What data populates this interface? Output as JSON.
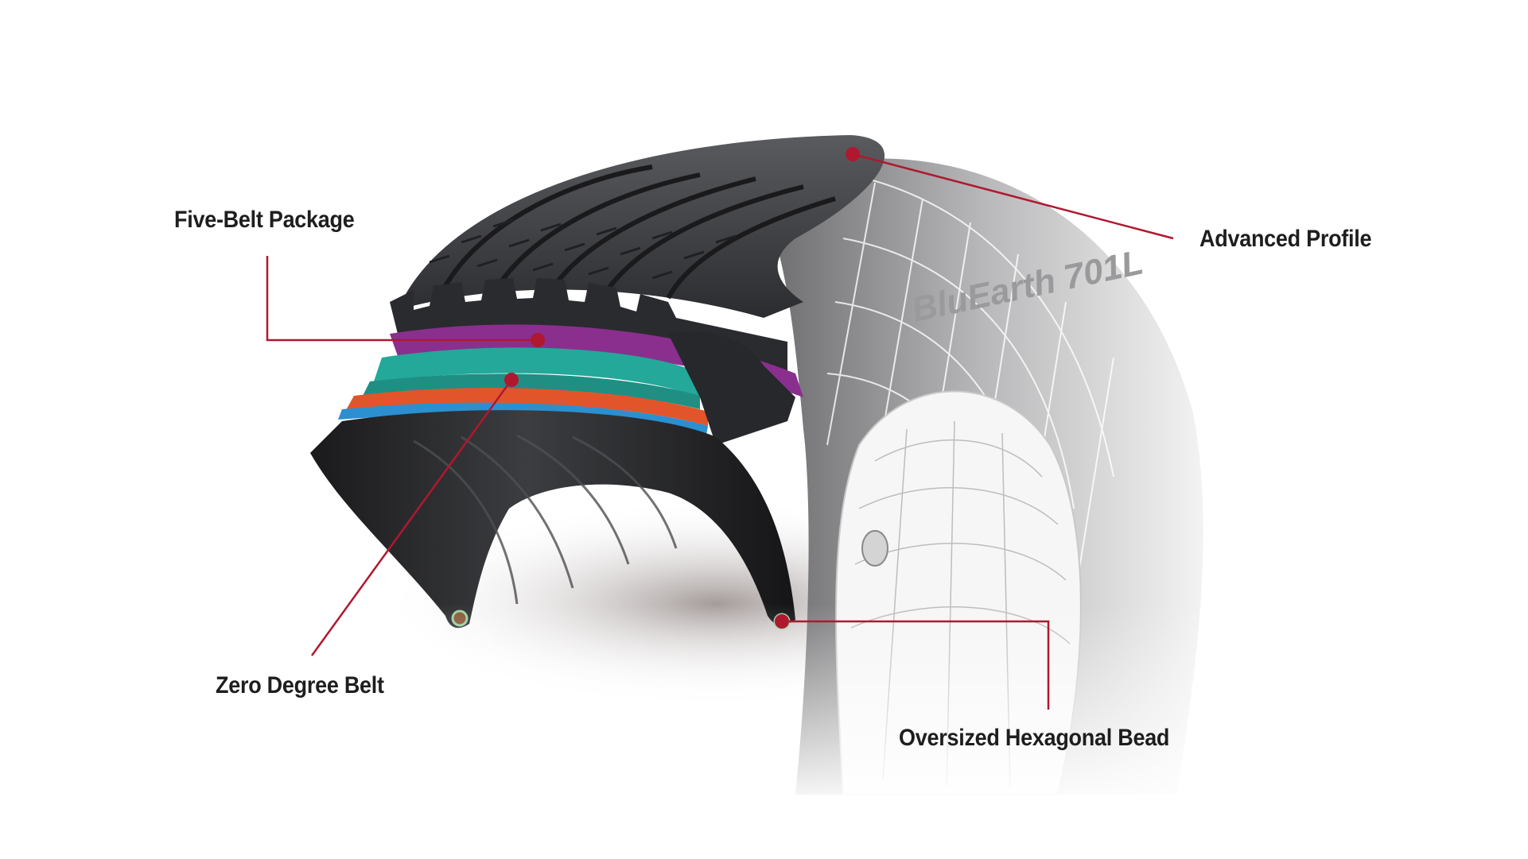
{
  "labels": {
    "five_belt": "Five-Belt Package",
    "advanced_profile": "Advanced Profile",
    "zero_degree": "Zero Degree Belt",
    "hex_bead": "Oversized Hexagonal Bead"
  },
  "sidewall_text": "BluEarth 701L",
  "colors": {
    "callout": "#b0182f",
    "tread": "#3a3b3e",
    "belt_purple": "#8a2f8e",
    "belt_teal": "#23a89a",
    "belt_orange": "#e2552a",
    "belt_blue": "#2b8fd0"
  }
}
